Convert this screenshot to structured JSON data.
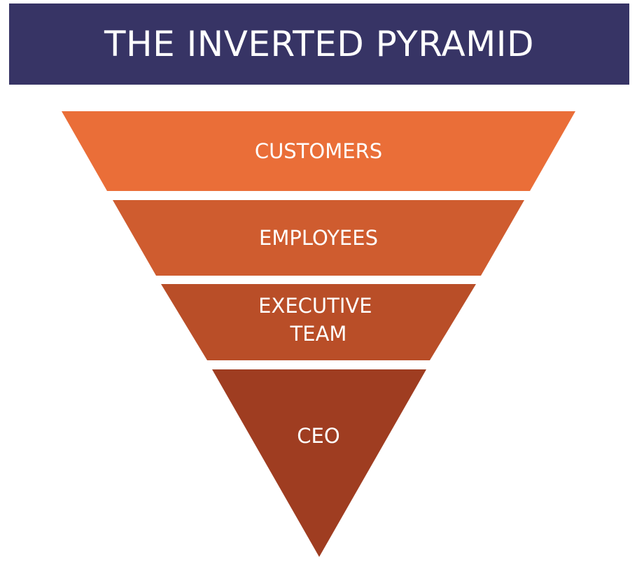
{
  "header": {
    "title": "THE INVERTED PYRAMID",
    "background": "#373465"
  },
  "tiers": [
    {
      "label": "CUSTOMERS",
      "lines": [
        "CUSTOMERS"
      ],
      "color": "#EA6E38"
    },
    {
      "label": "EMPLOYEES",
      "lines": [
        "EMPLOYEES"
      ],
      "color": "#CF5C2F"
    },
    {
      "label": "EXECUTIVE TEAM",
      "lines": [
        "EXECUTIVE",
        "TEAM"
      ],
      "color": "#B94E28"
    },
    {
      "label": "CEO",
      "lines": [
        "CEO"
      ],
      "color": "#9F3D21"
    }
  ]
}
